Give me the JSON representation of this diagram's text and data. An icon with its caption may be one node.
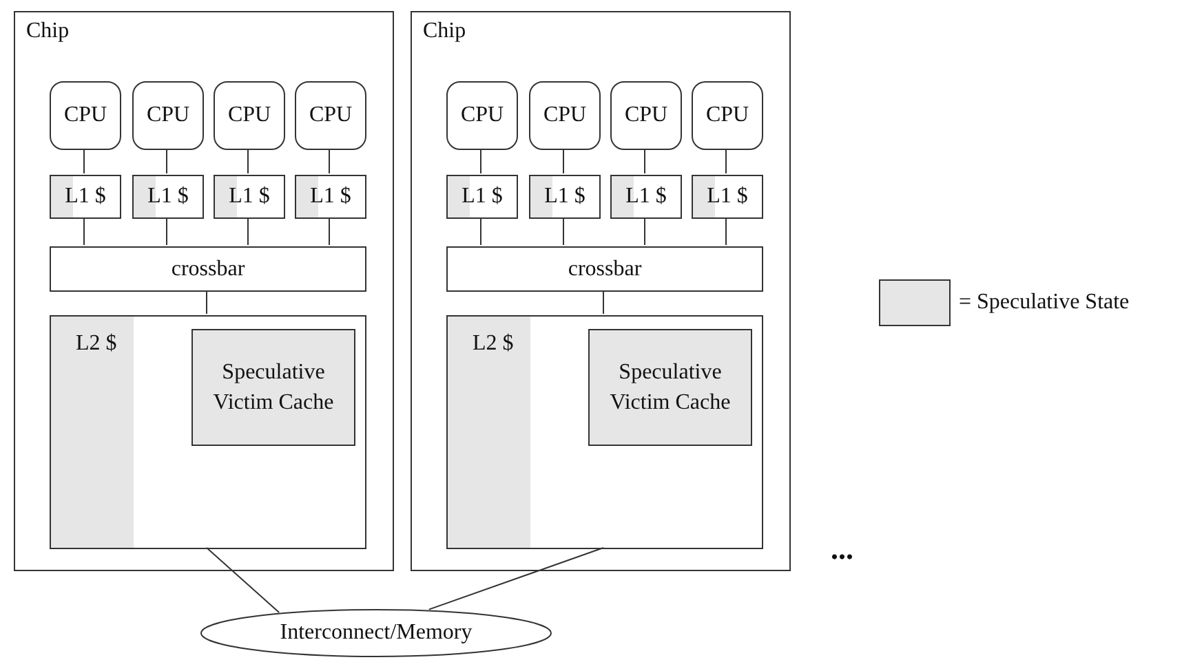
{
  "diagram": {
    "nodes": [
      {
        "text": [
          "Chip"
        ]
      },
      {
        "text": [
          "CPU"
        ],
        "in": 0
      },
      {
        "text": [
          "CPU"
        ],
        "in": 0
      },
      {
        "text": [
          "CPU"
        ],
        "in": 0
      },
      {
        "text": [
          "CPU"
        ],
        "in": 0
      },
      {
        "text": [
          "L1 $"
        ],
        "in": 0
      },
      {
        "text": [
          "L1 $"
        ],
        "in": 0
      },
      {
        "text": [
          "L1 $"
        ],
        "in": 0
      },
      {
        "text": [
          "L1 $"
        ],
        "in": 0
      },
      {
        "text": [
          "crossbar"
        ],
        "in": 0
      },
      {
        "text": [
          "L2 $"
        ],
        "in": 0
      },
      {
        "text": [
          "Speculative Victim Cache"
        ],
        "in": 10
      },
      {
        "text": [
          "Chip"
        ]
      },
      {
        "text": [
          "CPU"
        ],
        "in": 12
      },
      {
        "text": [
          "CPU"
        ],
        "in": 12
      },
      {
        "text": [
          "CPU"
        ],
        "in": 12
      },
      {
        "text": [
          "CPU"
        ],
        "in": 12
      },
      {
        "text": [
          "L1 $"
        ],
        "in": 12
      },
      {
        "text": [
          "L1 $"
        ],
        "in": 12
      },
      {
        "text": [
          "L1 $"
        ],
        "in": 12
      },
      {
        "text": [
          "L1 $"
        ],
        "in": 12
      },
      {
        "text": [
          "crossbar"
        ],
        "in": 12
      },
      {
        "text": [
          "L2 $"
        ],
        "in": 12
      },
      {
        "text": [
          "Speculative Victim Cache"
        ],
        "in": 22
      },
      {
        "text": [
          "Interconnect/Memory"
        ]
      }
    ],
    "edges": [
      {
        "from": 1,
        "to": 5,
        "arrow": "none"
      },
      {
        "from": 2,
        "to": 6,
        "arrow": "none"
      },
      {
        "from": 3,
        "to": 7,
        "arrow": "none"
      },
      {
        "from": 4,
        "to": 8,
        "arrow": "none"
      },
      {
        "from": 5,
        "to": 9,
        "arrow": "none"
      },
      {
        "from": 6,
        "to": 9,
        "arrow": "none"
      },
      {
        "from": 7,
        "to": 9,
        "arrow": "none"
      },
      {
        "from": 8,
        "to": 9,
        "arrow": "none"
      },
      {
        "from": 9,
        "to": 10,
        "arrow": "none"
      },
      {
        "from": 13,
        "to": 17,
        "arrow": "none"
      },
      {
        "from": 14,
        "to": 18,
        "arrow": "none"
      },
      {
        "from": 15,
        "to": 19,
        "arrow": "none"
      },
      {
        "from": 16,
        "to": 20,
        "arrow": "none"
      },
      {
        "from": 17,
        "to": 21,
        "arrow": "none"
      },
      {
        "from": 18,
        "to": 21,
        "arrow": "none"
      },
      {
        "from": 19,
        "to": 21,
        "arrow": "none"
      },
      {
        "from": 20,
        "to": 21,
        "arrow": "none"
      },
      {
        "from": 21,
        "to": 22,
        "arrow": "none"
      },
      {
        "from": 10,
        "to": 24,
        "arrow": "none"
      },
      {
        "from": 22,
        "to": 24,
        "arrow": "none"
      }
    ],
    "labels": [
      "..."
    ],
    "legend": [
      {
        "text": "= Speculative State",
        "color": "#e6e6e6"
      }
    ]
  }
}
